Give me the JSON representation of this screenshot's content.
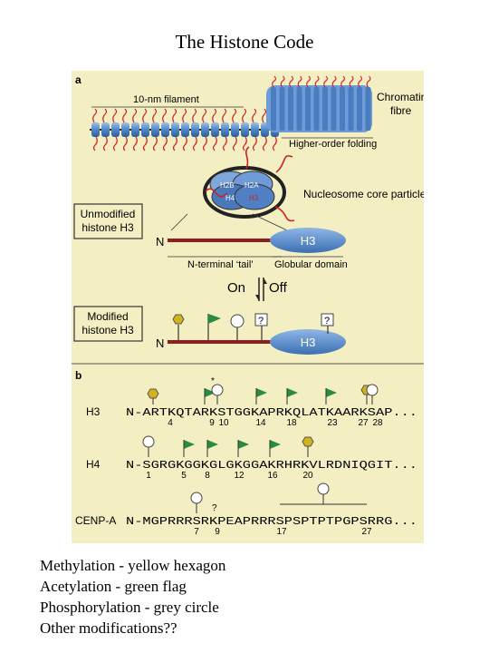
{
  "page_title": "The Histone Code",
  "panel_a": {
    "label": "a",
    "filament_label": "10-nm filament",
    "fibre_label_line1": "Chromatin",
    "fibre_label_line2": "fibre",
    "folding_label": "Higher-order folding",
    "nucleosome_label": "Nucleosome core particle",
    "histones": [
      "H2B",
      "H2A",
      "H4",
      "H3"
    ],
    "unmodified_line1": "Unmodified",
    "unmodified_line2": "histone H3",
    "n_label": "N",
    "h3_label": "H3",
    "tail_label": "N-terminal ‘tail’",
    "globular_label": "Globular domain",
    "on_label": "On",
    "off_label": "Off",
    "modified_line1": "Modified",
    "modified_line2": "histone H3",
    "question_mark": "?"
  },
  "panel_b": {
    "label": "b",
    "asterisk": "*",
    "rows": [
      {
        "name": "H3",
        "sequence": "N-ARTKQTARKSTGGKAPRKQLATKAARKSAP...",
        "positions": [
          "4",
          "9",
          "10",
          "14",
          "18",
          "23",
          "27",
          "28"
        ]
      },
      {
        "name": "H4",
        "sequence": "N-SGRGKGGKGLGKGGAKRHRKVLRDNIQGIT...",
        "positions": [
          "1",
          "5",
          "8",
          "12",
          "16",
          "20"
        ]
      },
      {
        "name": "CENP-A",
        "sequence": "N-MGPRRRSRKPEAPRRRSPSPTPTPGPSRRG...",
        "positions": [
          "7",
          "9",
          "17",
          "27"
        ],
        "unknown_mark": "?"
      }
    ]
  },
  "legend": [
    "Methylation - yellow hexagon",
    "Acetylation - green flag",
    "Phosphorylation - grey circle",
    "Other modifications??"
  ],
  "colors": {
    "panel_bg": "#f3efc3",
    "dna_red": "#cc2222",
    "histone_blue": "#5b8fd0",
    "methyl_yellow": "#d4b21e",
    "acetyl_green": "#2a8c3c",
    "phospho_grey": "#ffffff",
    "residue_red": "#cc1f1f",
    "residue_blue": "#2e6fc0"
  }
}
